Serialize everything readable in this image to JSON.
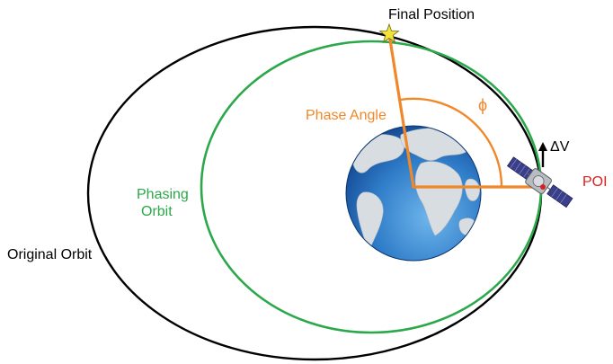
{
  "labels": {
    "final_position": "Final Position",
    "phase_angle": "Phase Angle",
    "phi": "ϕ",
    "delta_v": "ΔV",
    "poi": "POI",
    "phasing_orbit_line1": "Phasing",
    "phasing_orbit_line2": "Orbit",
    "original_orbit": "Original Orbit"
  },
  "colors": {
    "original_orbit": "#000000",
    "phasing_orbit": "#2aa84a",
    "phase_angle": "#f0882a",
    "poi": "#d92020",
    "star": "#f2e23a",
    "ocean_light": "#6fb6ec",
    "ocean_dark": "#0e3f88",
    "land": "#d8dde2"
  },
  "icons": {
    "final_position_marker": "star-icon",
    "earth": "earth-globe-icon",
    "spacecraft": "satellite-icon",
    "thrust": "arrow-up-icon"
  }
}
